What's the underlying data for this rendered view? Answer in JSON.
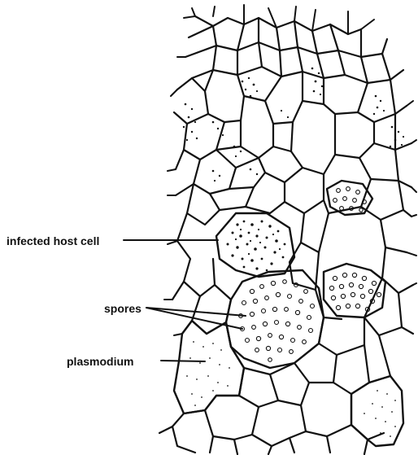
{
  "labels": {
    "infected_host_cell": "infected host cell",
    "spores": "spores",
    "plasmodium": "plasmodium"
  },
  "colors": {
    "ink": "#111111",
    "background": "#ffffff"
  }
}
